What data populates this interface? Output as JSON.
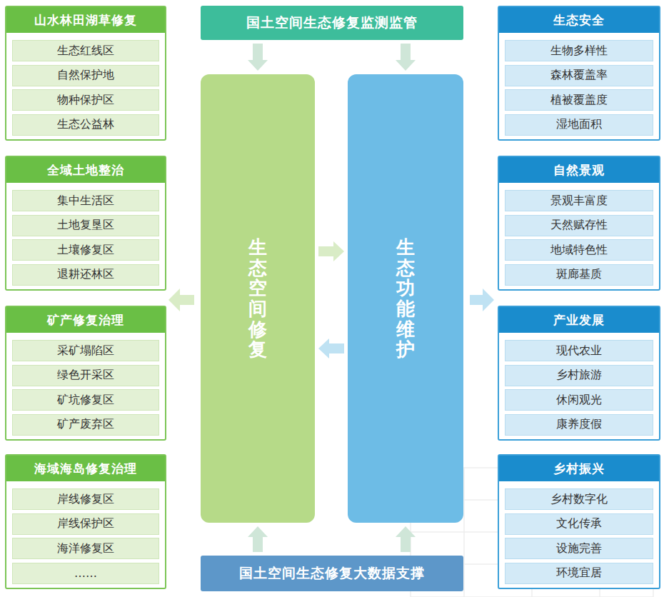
{
  "diagram": {
    "nodes": [
      {
        "text": [
          "国土空间生态修复监测监管"
        ]
      },
      {
        "text": [
          "生态空间修复"
        ]
      },
      {
        "text": [
          "生态功能维护"
        ]
      },
      {
        "text": [
          "国土空间生态修复大数据支撑"
        ]
      },
      {
        "text": [
          "山水林田湖草修复"
        ]
      },
      {
        "text": [
          "生态红线区"
        ],
        "in": 4
      },
      {
        "text": [
          "自然保护地"
        ],
        "in": 4
      },
      {
        "text": [
          "物种保护区"
        ],
        "in": 4
      },
      {
        "text": [
          "生态公益林"
        ],
        "in": 4
      },
      {
        "text": [
          "全域土地整治"
        ]
      },
      {
        "text": [
          "集中生活区"
        ],
        "in": 9
      },
      {
        "text": [
          "土地复垦区"
        ],
        "in": 9
      },
      {
        "text": [
          "土壤修复区"
        ],
        "in": 9
      },
      {
        "text": [
          "退耕还林区"
        ],
        "in": 9
      },
      {
        "text": [
          "矿产修复治理"
        ]
      },
      {
        "text": [
          "采矿塌陷区"
        ],
        "in": 14
      },
      {
        "text": [
          "绿色开采区"
        ],
        "in": 14
      },
      {
        "text": [
          "矿坑修复区"
        ],
        "in": 14
      },
      {
        "text": [
          "矿产废弃区"
        ],
        "in": 14
      },
      {
        "text": [
          "海域海岛修复治理"
        ]
      },
      {
        "text": [
          "岸线修复区"
        ],
        "in": 19
      },
      {
        "text": [
          "岸线保护区"
        ],
        "in": 19
      },
      {
        "text": [
          "海洋修复区"
        ],
        "in": 19
      },
      {
        "text": [
          "……"
        ],
        "in": 19
      },
      {
        "text": [
          "生态安全"
        ]
      },
      {
        "text": [
          "生物多样性"
        ],
        "in": 24
      },
      {
        "text": [
          "森林覆盖率"
        ],
        "in": 24
      },
      {
        "text": [
          "植被覆盖度"
        ],
        "in": 24
      },
      {
        "text": [
          "湿地面积"
        ],
        "in": 24
      },
      {
        "text": [
          "自然景观"
        ]
      },
      {
        "text": [
          "景观丰富度"
        ],
        "in": 29
      },
      {
        "text": [
          "天然赋存性"
        ],
        "in": 29
      },
      {
        "text": [
          "地域特色性"
        ],
        "in": 29
      },
      {
        "text": [
          "斑廊基质"
        ],
        "in": 29
      },
      {
        "text": [
          "产业发展"
        ]
      },
      {
        "text": [
          "现代农业"
        ],
        "in": 34
      },
      {
        "text": [
          "乡村旅游"
        ],
        "in": 34
      },
      {
        "text": [
          "休闲观光"
        ],
        "in": 34
      },
      {
        "text": [
          "康养度假"
        ],
        "in": 34
      },
      {
        "text": [
          "乡村振兴"
        ]
      },
      {
        "text": [
          "乡村数字化"
        ],
        "in": 39
      },
      {
        "text": [
          "文化传承"
        ],
        "in": 39
      },
      {
        "text": [
          "设施完善"
        ],
        "in": 39
      },
      {
        "text": [
          "环境宜居"
        ],
        "in": 39
      }
    ],
    "edges": [
      {
        "from": 0,
        "to": 1,
        "arrow": "to"
      },
      {
        "from": 0,
        "to": 2,
        "arrow": "to"
      },
      {
        "from": 3,
        "to": 1,
        "arrow": "to"
      },
      {
        "from": 3,
        "to": 2,
        "arrow": "to"
      },
      {
        "from": 1,
        "to": 2,
        "arrow": "to"
      },
      {
        "from": 2,
        "to": 1,
        "arrow": "to"
      }
    ]
  }
}
